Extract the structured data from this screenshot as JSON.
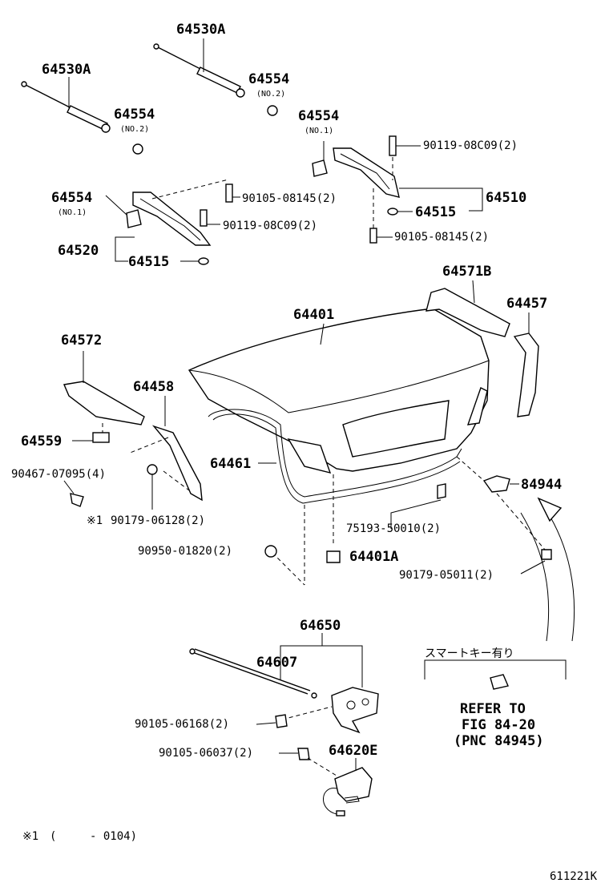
{
  "labels": {
    "strut_right": "64530A",
    "strut_left": "64530A",
    "cushion_no2_right": "64554",
    "cushion_no2_right_sub": "(NO.2)",
    "cushion_no2_left": "64554",
    "cushion_no2_left_sub": "(NO.2)",
    "cushion_no1_right": "64554",
    "cushion_no1_right_sub": "(NO.1)",
    "cushion_no1_left": "64554",
    "cushion_no1_left_sub": "(NO.1)",
    "bolt_a_right": "90119-08C09(2)",
    "bolt_b_left": "90105-08145(2)",
    "bolt_a_left": "90119-08C09(2)",
    "bolt_b_right": "90105-08145(2)",
    "hinge_right": "64510",
    "hinge_left": "64520",
    "washer_right": "64515",
    "washer_left": "64515",
    "lid": "64401",
    "lid_weather_strip_r": "64571B",
    "trim_r": "64457",
    "lid_weather_strip_l": "64572",
    "trim_l": "64458",
    "clip_64559": "64559",
    "clip_90467": "90467-07095(4)",
    "clip_90179_06128": "90179-06128(2)",
    "note_marker": "※1",
    "seal": "64461",
    "sensor": "84944",
    "clip_75193": "75193-50010(2)",
    "bumper_90950": "90950-01820(2)",
    "stopper": "64401A",
    "clip_90179_05011": "90179-05011(2)",
    "lock_assy": "64650",
    "cable": "64607",
    "bolt_06168": "90105-06168(2)",
    "bolt_06037": "90105-06037(2)",
    "actuator": "64620E",
    "smart_key": "スマートキー有り",
    "refer_1": "REFER TO",
    "refer_2": "FIG 84-20",
    "refer_3": "(PNC 84945)",
    "footnote_mark": "※1",
    "footnote_open": "(",
    "footnote_range": "- 0104)",
    "diagram_id": "611221K"
  }
}
